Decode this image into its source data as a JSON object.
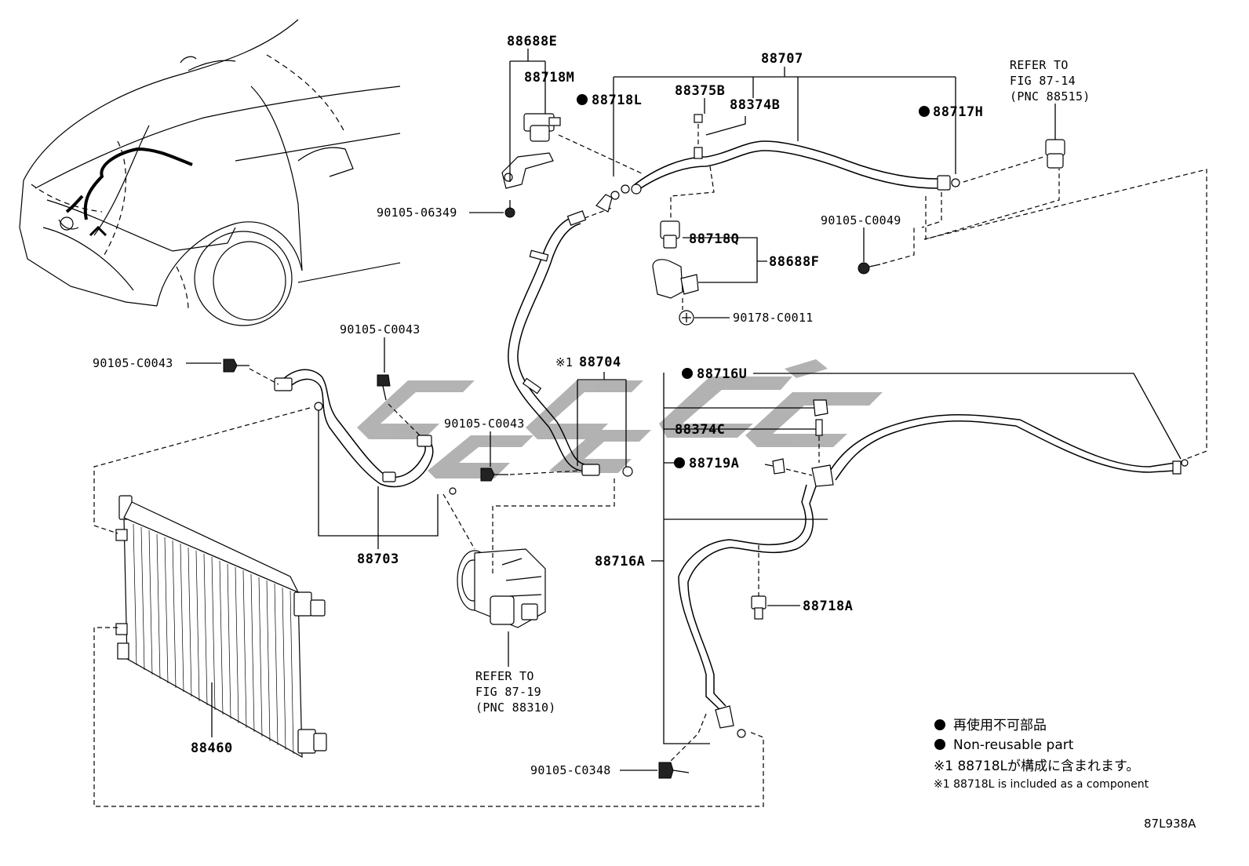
{
  "labels": {
    "p88688E": "88688E",
    "p88718M": "88718M",
    "p88707": "88707",
    "p88375B": "88375B",
    "p88374B": "88374B",
    "p88718L": "88718L",
    "p88717H": "88717H",
    "refer_1_l1": "REFER TO",
    "refer_1_l2": "FIG 87-14",
    "refer_1_l3": "(PNC 88515)",
    "b90105_06349": "90105-06349",
    "b90105_C0049": "90105-C0049",
    "p88718Q": "88718Q",
    "p88688F": "88688F",
    "b90178_C0011": "90178-C0011",
    "b90105_C0043_a": "90105-C0043",
    "b90105_C0043_b": "90105-C0043",
    "b90105_C0043_c": "90105-C0043",
    "p88704_mark": "※1",
    "p88704": "88704",
    "p88716U": "88716U",
    "p88374C": "88374C",
    "p88719A": "88719A",
    "p88716A": "88716A",
    "p88718A": "88718A",
    "p88703": "88703",
    "refer_2_l1": "REFER TO",
    "refer_2_l2": "FIG 87-19",
    "refer_2_l3": "(PNC 88310)",
    "p88460": "88460",
    "b90105_C0348": "90105-C0348"
  },
  "legend": {
    "jp_nonreusable": "再使用不可部品",
    "en_nonreusable": "Non-reusable part",
    "jp_note": "※1 88718Lが構成に含まれます。",
    "en_note": "※1 88718L is included as a component"
  },
  "diagram_code": "87L938A",
  "colors": {
    "line": "#000000",
    "background": "#ffffff",
    "watermark": "#8a8a8a"
  },
  "icons": {
    "non_reusable_marker": "filled-circle"
  }
}
